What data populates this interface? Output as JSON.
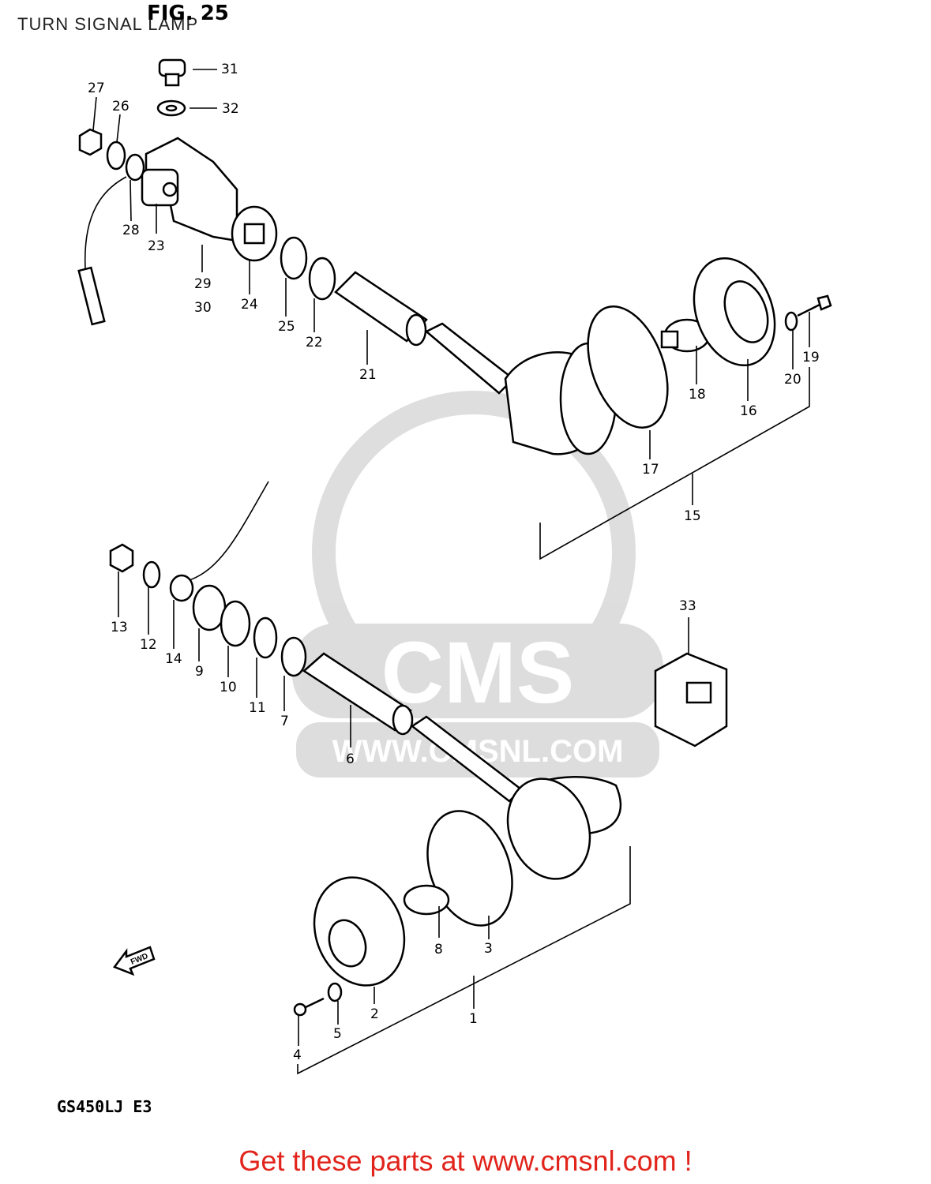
{
  "header": {
    "title": "TURN SIGNAL LAMP"
  },
  "figure": {
    "label": "FIG. 25"
  },
  "model": {
    "code": "GS450LJ E3"
  },
  "watermark": {
    "brand": "CMS",
    "url": "WWW.CMSNL.COM"
  },
  "fwd_label": "FWD",
  "parts": {
    "p1": "1",
    "p2": "2",
    "p3": "3",
    "p4": "4",
    "p5": "5",
    "p6": "6",
    "p7": "7",
    "p8": "8",
    "p9": "9",
    "p10": "10",
    "p11": "11",
    "p12": "12",
    "p13": "13",
    "p14": "14",
    "p15": "15",
    "p16": "16",
    "p17": "17",
    "p18": "18",
    "p19": "19",
    "p20": "20",
    "p21": "21",
    "p22": "22",
    "p23": "23",
    "p24": "24",
    "p25": "25",
    "p26": "26",
    "p27": "27",
    "p28": "28",
    "p29": "29",
    "p30": "30",
    "p31": "31",
    "p32": "32",
    "p33": "33"
  },
  "footer": {
    "cta": "Get these parts at www.cmsnl.com !"
  }
}
